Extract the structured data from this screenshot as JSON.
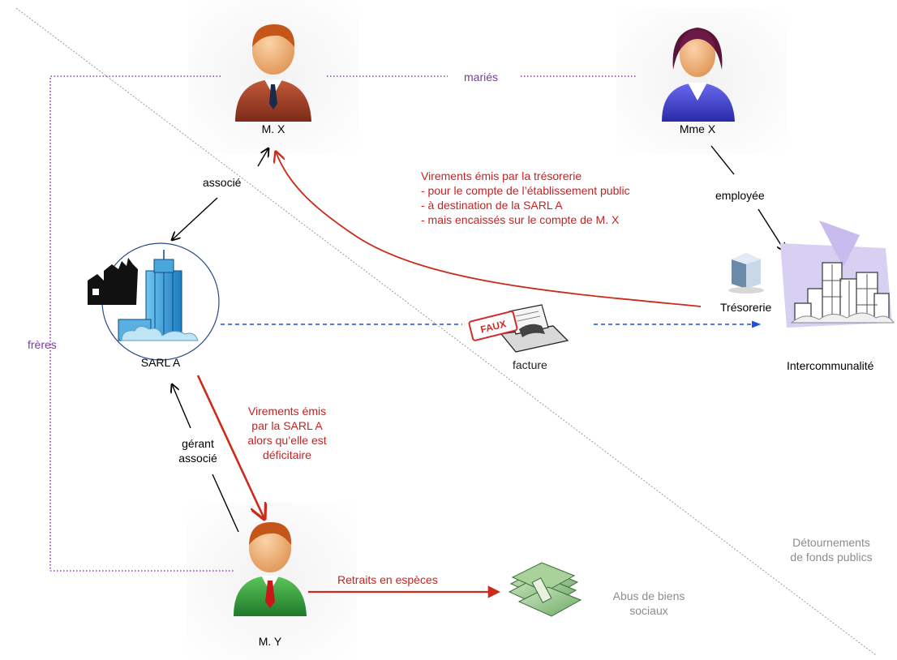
{
  "persons": {
    "mx": "M. X",
    "mmex": "Mme X",
    "my": "M. Y"
  },
  "entities": {
    "sarl": "SARL A",
    "tresorerie": "Trésorerie",
    "intercommunalite": "Intercommunalité",
    "facture": "facture",
    "faux_stamp": "FAUX"
  },
  "relations": {
    "maries": "mariés",
    "freres": "frères",
    "associe": "associé",
    "employee": "employée",
    "gerant_line1": "gérant",
    "gerant_line2": "associé"
  },
  "flows": {
    "virements_tresorerie": [
      "Virements émis par la trésorerie",
      "- pour le compte de l’établissement public",
      "- à destination de la SARL A",
      "- mais encaissés sur le compte de M. X"
    ],
    "virements_sarl": [
      "Virements émis",
      "par la SARL A",
      "alors qu’elle est",
      "déficitaire"
    ],
    "retraits": "Retraits en espèces"
  },
  "zones": {
    "detournements": [
      "Détournements",
      "de fonds publics"
    ],
    "abus": [
      "Abus de biens",
      "sociaux"
    ]
  },
  "colors": {
    "relation_purple": "#8a3fb0",
    "flow_red": "#cc2a1a",
    "invoice_blue": "#1f4fe0",
    "zone_grey": "#8c8c8c"
  }
}
